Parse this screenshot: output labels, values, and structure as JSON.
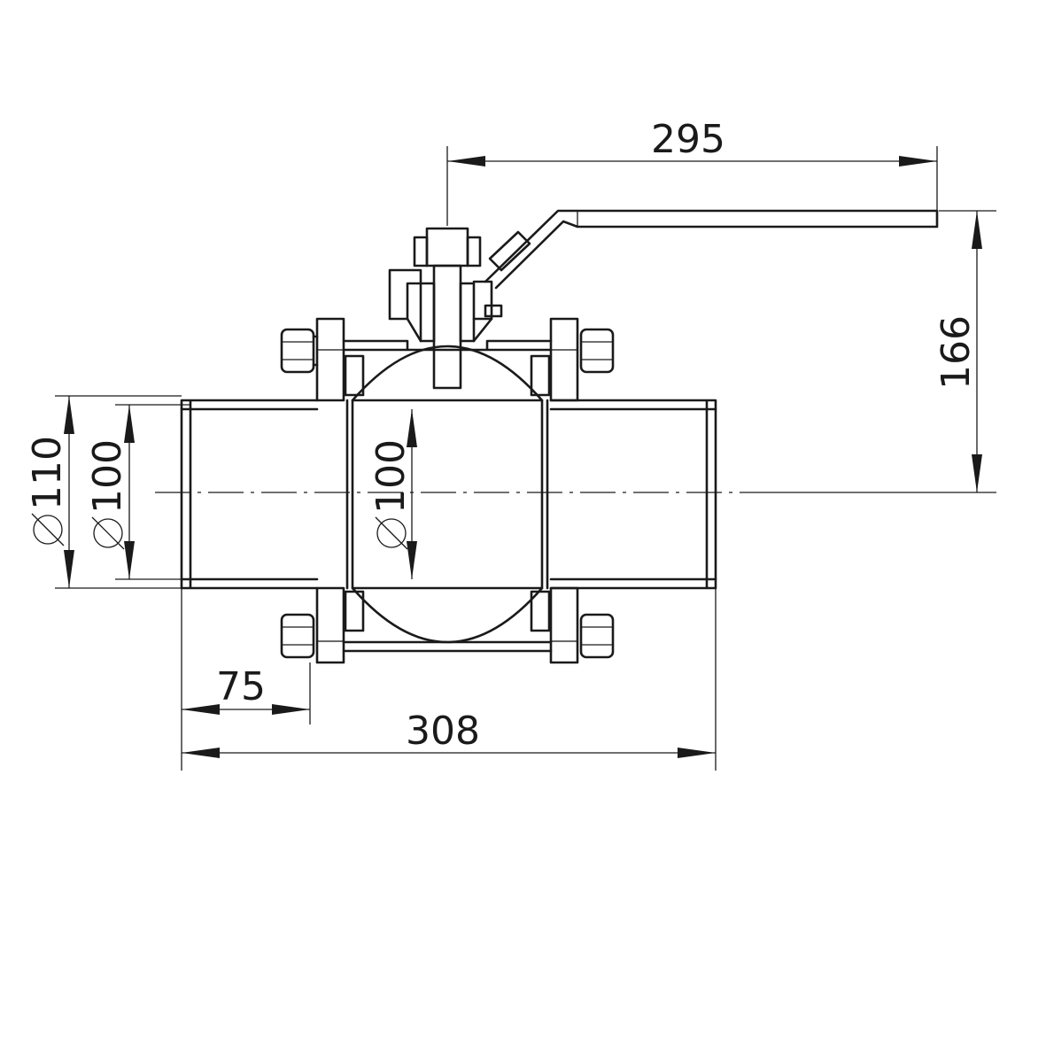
{
  "drawing": {
    "dimensions": {
      "handle_length": "295",
      "height_to_handle": "166",
      "outer_diameter": "110",
      "inner_diameter": "100",
      "bore_diameter": "100",
      "end_length": "75",
      "overall_length": "308"
    },
    "diameter_symbol": "Ø"
  }
}
